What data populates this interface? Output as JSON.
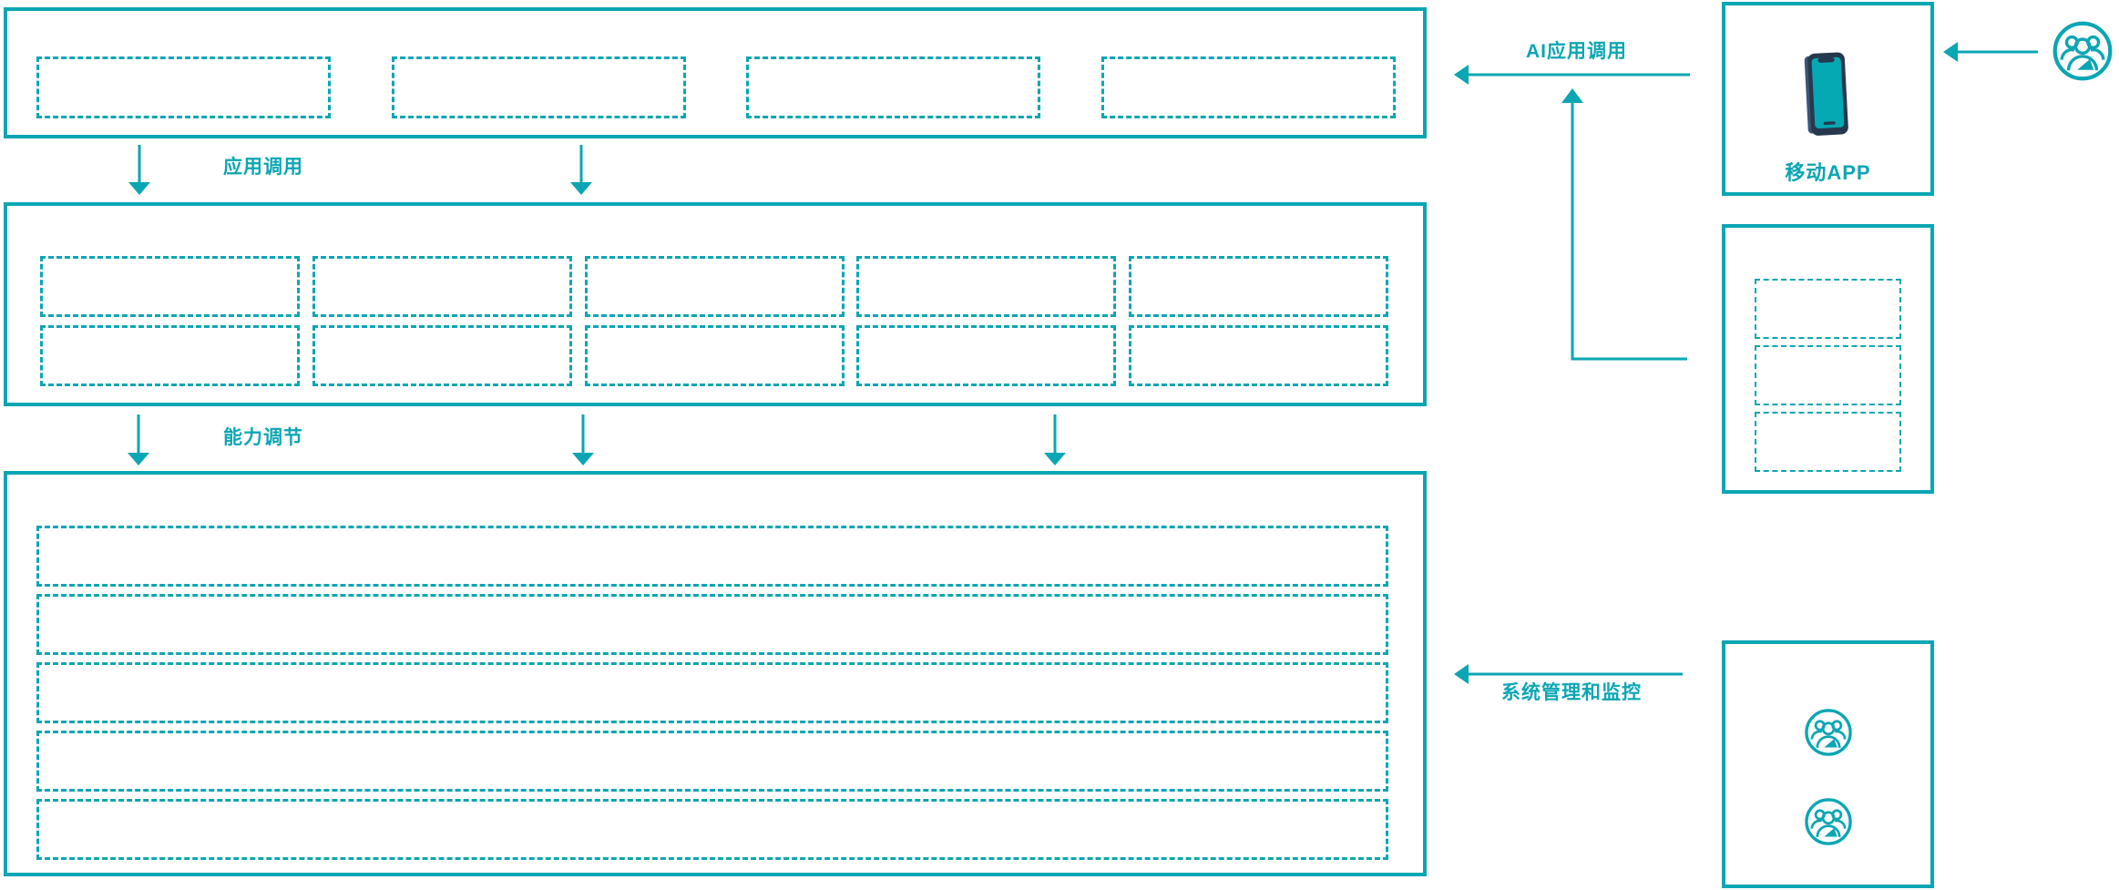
{
  "diagram": {
    "accent_color": "#0BA6B4",
    "phone_body_color": "#27384E",
    "labels": {
      "app_call": "应用调用",
      "capability_adjust": "能力调节",
      "ai_app_call": "AI应用调用",
      "system_management": "系统管理和监控",
      "mobile_app": "移动APP"
    },
    "placeholders": {
      "top_row_boxes": 4,
      "middle_grid_boxes": 10,
      "bottom_row_boxes": 5,
      "side_gateway_boxes": 3
    },
    "icons": {
      "phone": "mobile-phone-icon",
      "users": "users-group-icon"
    }
  }
}
